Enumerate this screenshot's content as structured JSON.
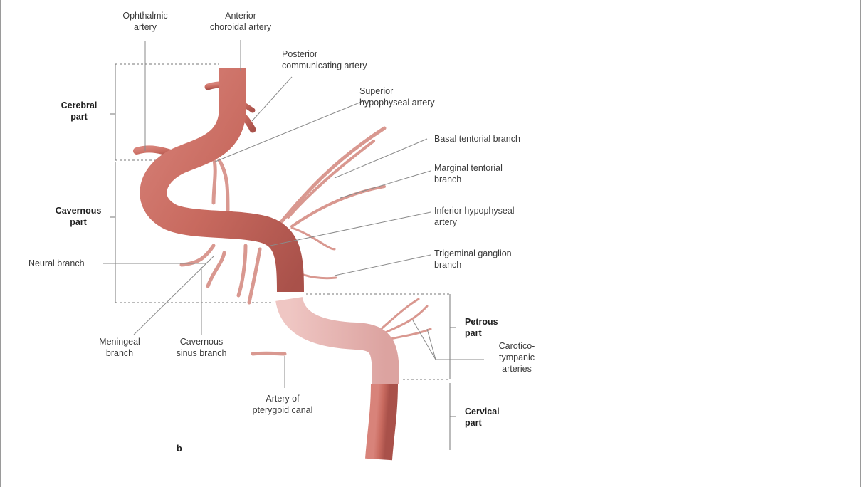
{
  "figure_letter": "b",
  "colors": {
    "artery": "#c86a5f",
    "artery_dark": "#a2483f",
    "petrous": "#e4b0ad",
    "leader": "#8a8a8a",
    "bracket": "#777777"
  },
  "labels": {
    "ophthalmic": {
      "l1": "Ophthalmic",
      "l2": "artery"
    },
    "anterior_choroidal": {
      "l1": "Anterior",
      "l2": "choroidal artery"
    },
    "posterior_communicating": {
      "l1": "Posterior",
      "l2": "communicating artery"
    },
    "superior_hypophyseal": {
      "l1": "Superior",
      "l2": "hypophyseal artery"
    },
    "basal_tentorial": {
      "l1": "Basal tentorial branch"
    },
    "marginal_tentorial": {
      "l1": "Marginal tentorial",
      "l2": "branch"
    },
    "inferior_hypophyseal": {
      "l1": "Inferior hypophyseal",
      "l2": "artery"
    },
    "trigeminal_ganglion": {
      "l1": "Trigeminal ganglion",
      "l2": "branch"
    },
    "neural_branch": {
      "l1": "Neural branch"
    },
    "meningeal_branch": {
      "l1": "Meningeal",
      "l2": "branch"
    },
    "cavernous_sinus_branch": {
      "l1": "Cavernous",
      "l2": "sinus branch"
    },
    "artery_pterygoid": {
      "l1": "Artery of",
      "l2": "pterygoid canal"
    },
    "caroticotympanic": {
      "l1": "Carotico-",
      "l2": "tympanic",
      "l3": "arteries"
    }
  },
  "parts": {
    "cerebral": {
      "l1": "Cerebral",
      "l2": "part"
    },
    "cavernous": {
      "l1": "Cavernous",
      "l2": "part"
    },
    "petrous": {
      "l1": "Petrous",
      "l2": "part"
    },
    "cervical": {
      "l1": "Cervical",
      "l2": "part"
    }
  }
}
